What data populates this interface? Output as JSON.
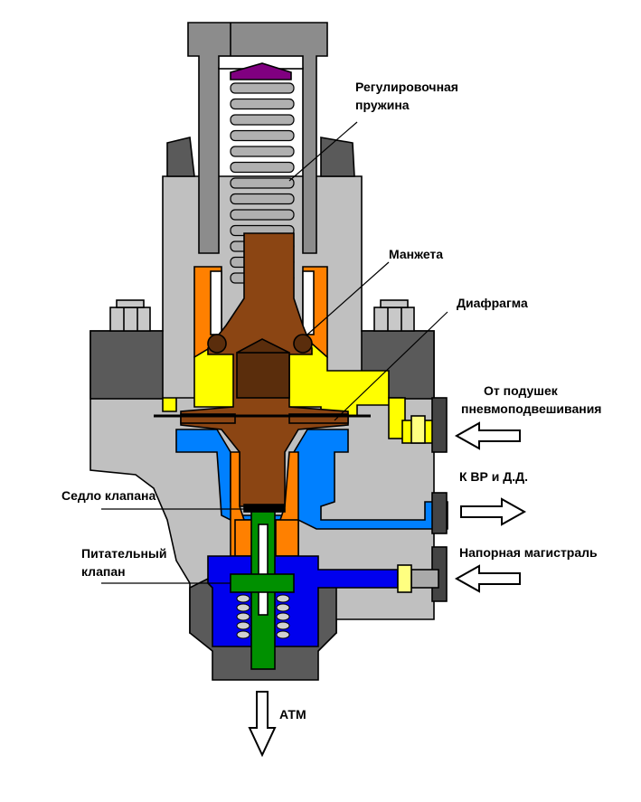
{
  "labels": {
    "spring_line1": "Регулировочная",
    "spring_line2": "пружина",
    "cuff": "Манжета",
    "diaphragm": "Диафрагма",
    "from_bags_line1": "От подушек",
    "from_bags_line2": "пневмоподвешивания",
    "to_vr": "К ВР и Д.Д.",
    "supply_line": "Напорная магистраль",
    "valve_seat": "Седло клапана",
    "feed_valve_line1": "Питательный",
    "feed_valve_line2": "клапан",
    "atm": "АТМ"
  },
  "colors": {
    "body": "#c0c0c0",
    "dark_body": "#5a5a5a",
    "spring_housing": "#8c8c8c",
    "orange": "#ff8000",
    "brown": "#8b4513",
    "dark_brown": "#5a2d0c",
    "yellow": "#ffff00",
    "light_blue": "#0080ff",
    "dark_blue": "#0000ee",
    "green": "#009000",
    "purple": "#800080"
  }
}
